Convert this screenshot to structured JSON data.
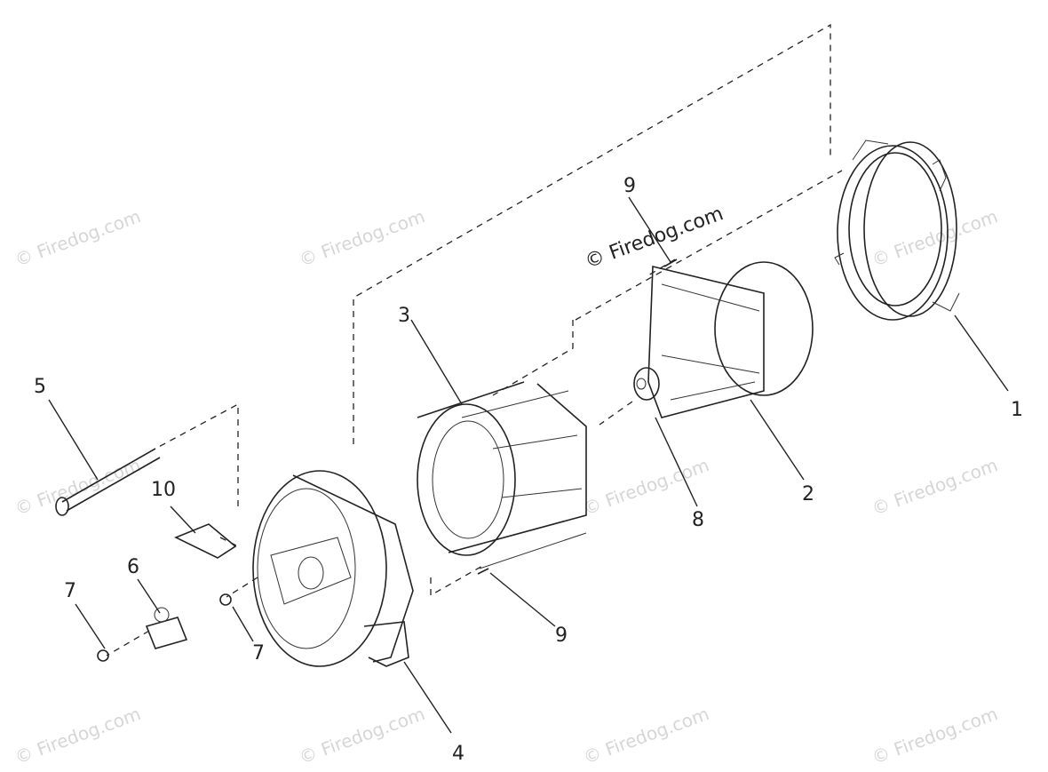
{
  "watermark_text": "© Firedog.com",
  "main_watermark": "© Firedog.com",
  "callouts": {
    "c1": "1",
    "c2": "2",
    "c3": "3",
    "c4": "4",
    "c5": "5",
    "c6": "6",
    "c7a": "7",
    "c7b": "7",
    "c8": "8",
    "c9a": "9",
    "c9b": "9",
    "c10": "10"
  }
}
